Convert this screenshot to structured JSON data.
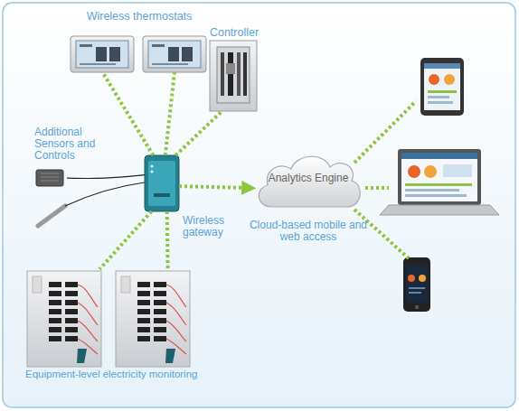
{
  "diagram": {
    "nodes": [
      {
        "text": [
          "Wireless thermostats"
        ]
      },
      {
        "text": [
          "Controller"
        ]
      },
      {
        "text": [
          "Additional Sensors and Controls"
        ]
      },
      {
        "text": [
          "Wireless gateway"
        ]
      },
      {
        "text": [
          "Analytics Engine",
          "Cloud-based mobile and web access"
        ]
      },
      {
        "text": [
          "Equipment-level electricity monitoring"
        ]
      }
    ],
    "edges": [
      {
        "from": 3,
        "to": 0,
        "arrow": "none"
      },
      {
        "from": 3,
        "to": 0,
        "arrow": "none"
      },
      {
        "from": 3,
        "to": 1,
        "arrow": "none"
      },
      {
        "from": 3,
        "to": 2,
        "arrow": "none"
      },
      {
        "from": 3,
        "to": 5,
        "arrow": "none"
      },
      {
        "from": 3,
        "to": 5,
        "arrow": "none"
      },
      {
        "from": 3,
        "to": 4,
        "arrow": "to"
      }
    ]
  }
}
